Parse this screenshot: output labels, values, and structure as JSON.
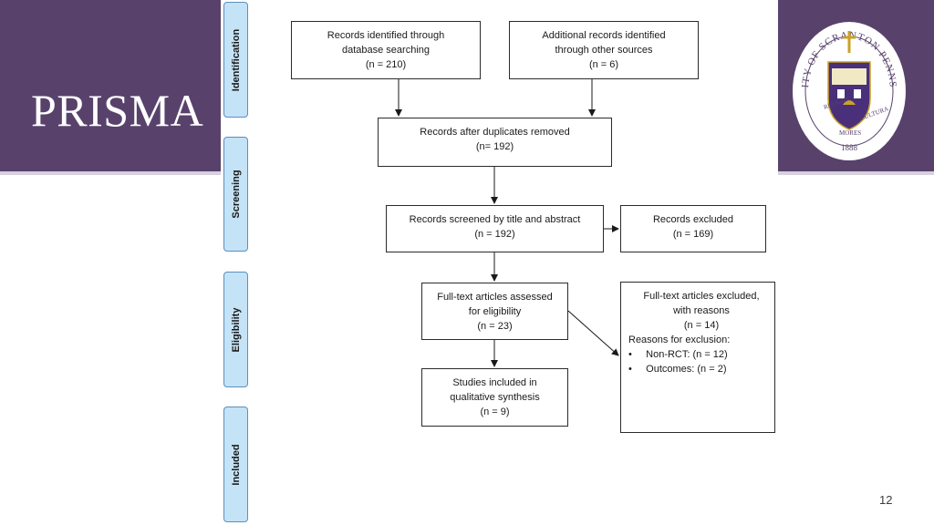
{
  "slide": {
    "title": "PRISMA",
    "page_number": "12"
  },
  "phases": [
    "Identification",
    "Screening",
    "Eligibility",
    "Included"
  ],
  "boxes": {
    "db_search": [
      "Records identified through",
      "database searching",
      "(n = 210)"
    ],
    "other_sources": [
      "Additional records identified",
      "through other sources",
      "(n = 6)"
    ],
    "dedup": [
      "Records after duplicates removed",
      "(n= 192)"
    ],
    "screened": [
      "Records screened by title and abstract",
      "(n = 192)"
    ],
    "excluded": [
      "Records excluded",
      "(n = 169)"
    ],
    "fulltext": [
      "Full-text articles assessed",
      "for eligibility",
      "(n = 23)"
    ],
    "fulltext_excluded": {
      "lines": [
        "Full-text articles excluded,",
        "with reasons",
        "(n = 14)"
      ],
      "reasons_title": "Reasons for exclusion:",
      "reasons": [
        "Non-RCT: (n = 12)",
        "Outcomes: (n = 2)"
      ]
    },
    "included": [
      "Studies included in",
      "qualitative synthesis",
      "(n = 9)"
    ]
  },
  "logo": {
    "text_top": "UNIVERSITY OF SCRANTON PENNSYLVANIA",
    "motto": [
      "RELIGIO",
      "MORES",
      "CULTURA"
    ],
    "year": "1888"
  },
  "colors": {
    "band": "#58426c",
    "phase_fill": "#c5e3f6",
    "phase_border": "#5b8fbf"
  }
}
